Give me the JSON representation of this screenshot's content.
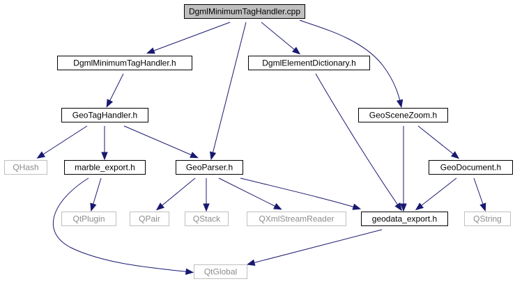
{
  "graph": {
    "nodes": [
      {
        "id": "cpp",
        "label": "DgmlMinimumTagHandler.cpp",
        "kind": "root"
      },
      {
        "id": "mth",
        "label": "DgmlMinimumTagHandler.h",
        "kind": "header"
      },
      {
        "id": "edict",
        "label": "DgmlElementDictionary.h",
        "kind": "header"
      },
      {
        "id": "gsz",
        "label": "GeoSceneZoom.h",
        "kind": "header"
      },
      {
        "id": "gth",
        "label": "GeoTagHandler.h",
        "kind": "header"
      },
      {
        "id": "qhash",
        "label": "QHash",
        "kind": "external"
      },
      {
        "id": "mexp",
        "label": "marble_export.h",
        "kind": "header"
      },
      {
        "id": "gparser",
        "label": "GeoParser.h",
        "kind": "header"
      },
      {
        "id": "gdoc",
        "label": "GeoDocument.h",
        "kind": "header"
      },
      {
        "id": "qplugin",
        "label": "QtPlugin",
        "kind": "external"
      },
      {
        "id": "qpair",
        "label": "QPair",
        "kind": "external"
      },
      {
        "id": "qstack",
        "label": "QStack",
        "kind": "external"
      },
      {
        "id": "qxml",
        "label": "QXmlStreamReader",
        "kind": "external"
      },
      {
        "id": "gexp",
        "label": "geodata_export.h",
        "kind": "header"
      },
      {
        "id": "qstring",
        "label": "QString",
        "kind": "external"
      },
      {
        "id": "qglobal",
        "label": "QtGlobal",
        "kind": "external"
      }
    ],
    "edges": [
      {
        "from": "cpp",
        "to": "mth"
      },
      {
        "from": "cpp",
        "to": "gparser"
      },
      {
        "from": "cpp",
        "to": "edict"
      },
      {
        "from": "cpp",
        "to": "gsz"
      },
      {
        "from": "mth",
        "to": "gth"
      },
      {
        "from": "gth",
        "to": "qhash"
      },
      {
        "from": "gth",
        "to": "mexp"
      },
      {
        "from": "gth",
        "to": "gparser"
      },
      {
        "from": "edict",
        "to": "gexp"
      },
      {
        "from": "gsz",
        "to": "gexp"
      },
      {
        "from": "gsz",
        "to": "gdoc"
      },
      {
        "from": "mexp",
        "to": "qplugin"
      },
      {
        "from": "mexp",
        "to": "qglobal"
      },
      {
        "from": "gparser",
        "to": "qpair"
      },
      {
        "from": "gparser",
        "to": "qstack"
      },
      {
        "from": "gparser",
        "to": "qxml"
      },
      {
        "from": "gparser",
        "to": "gexp"
      },
      {
        "from": "gdoc",
        "to": "gexp"
      },
      {
        "from": "gdoc",
        "to": "qstring"
      },
      {
        "from": "gexp",
        "to": "qglobal"
      }
    ],
    "colors": {
      "edge": "#191970",
      "root_fill": "#bfbfbf",
      "node_border": "#000000",
      "external_border": "#bfbfbf",
      "external_text": "#8c8c8c"
    }
  }
}
